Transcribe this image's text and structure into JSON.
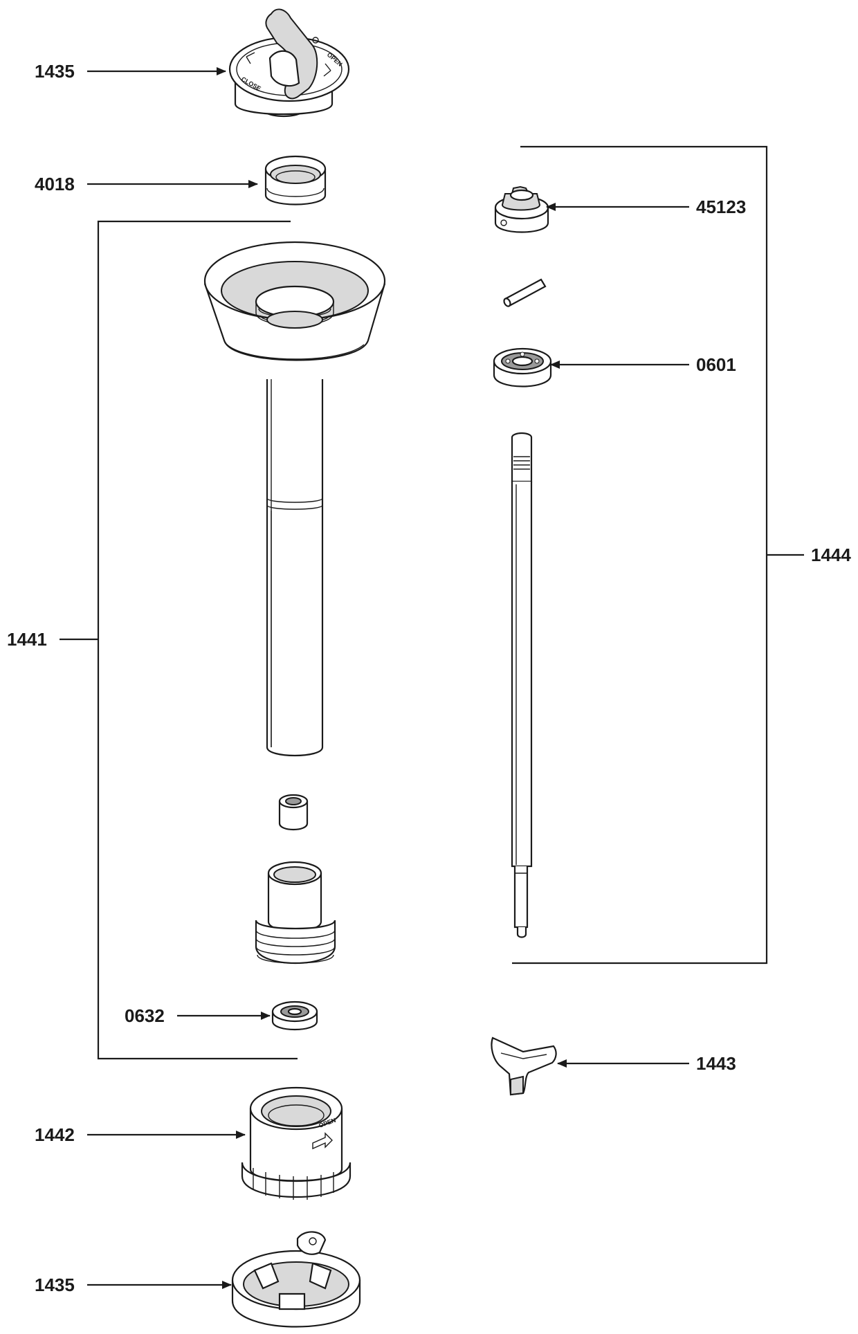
{
  "parts": {
    "p1435_top": "1435",
    "p4018": "4018",
    "p45123": "45123",
    "p0601": "0601",
    "p1444": "1444",
    "p1441": "1441",
    "p0632": "0632",
    "p1443": "1443",
    "p1442": "1442",
    "p1435_bottom": "1435"
  },
  "knob_text": {
    "open": "OPEN",
    "close": "CLOSE"
  },
  "colors": {
    "line": "#1a1a1a",
    "fill_light": "#d9d9d9",
    "fill_dark": "#9a9a9a",
    "background": "#ffffff"
  }
}
